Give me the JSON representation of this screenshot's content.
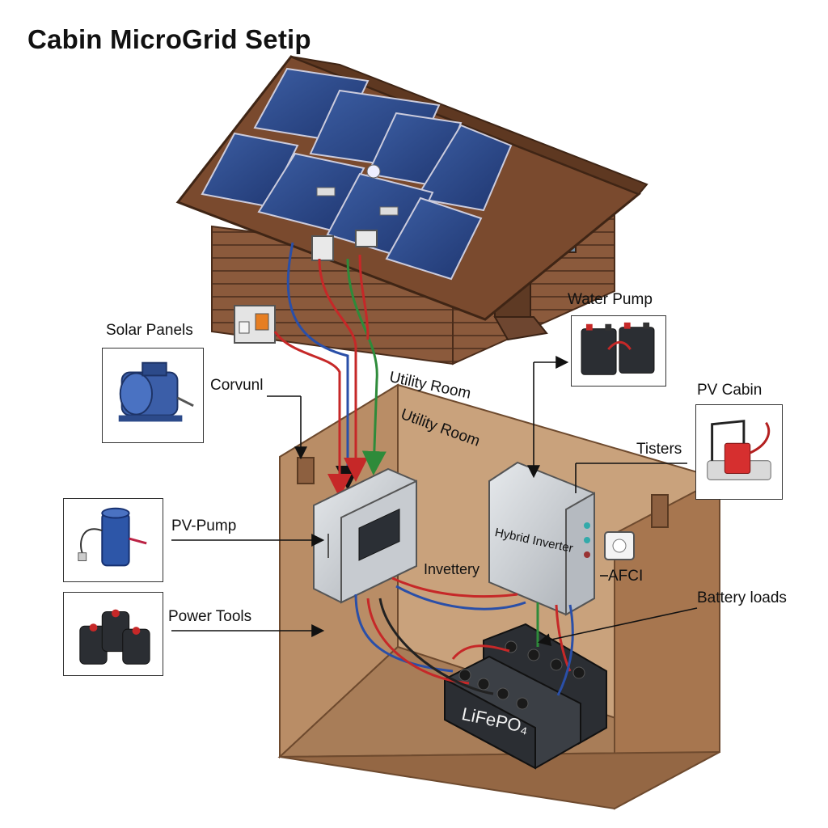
{
  "title": "Cabin MicroGrid Setip",
  "labels": {
    "solar_panels": "Solar Panels",
    "corvunl": "Corvunl",
    "pv_pump": "PV-Pump",
    "power_tools": "Power Tools",
    "utility_room_outside": "Utility Room",
    "utility_room_inside": "Utility Room",
    "water_pump": "Water Pump",
    "pv_cabin": "PV Cabin",
    "tisters": "Tisters",
    "hybrid_inverter": "Hybrid Inverter",
    "invettery": "Invettery",
    "afci": "AFCI",
    "battery_loads": "Battery loads",
    "lifepo4": "LiFePO₄"
  },
  "colors": {
    "roof": "#7a4a2e",
    "log_wall": "#8b5a3c",
    "solar_panel": "#2d4a86",
    "room_wall": "#c9a27c",
    "room_floor": "#b98d66",
    "inverter": "#cfd3d8",
    "battery": "#2b2e33",
    "wire_red": "#c62828",
    "wire_blue": "#2a4fa8",
    "wire_green": "#2e8b3a",
    "wire_black": "#222222"
  },
  "icons": [
    "solar-panel-icon",
    "motor-icon",
    "pump-icon",
    "power-tool-batteries-icon",
    "battery-pair-icon",
    "battery-clamp-icon",
    "outlet-icon",
    "combiner-box-icon"
  ]
}
